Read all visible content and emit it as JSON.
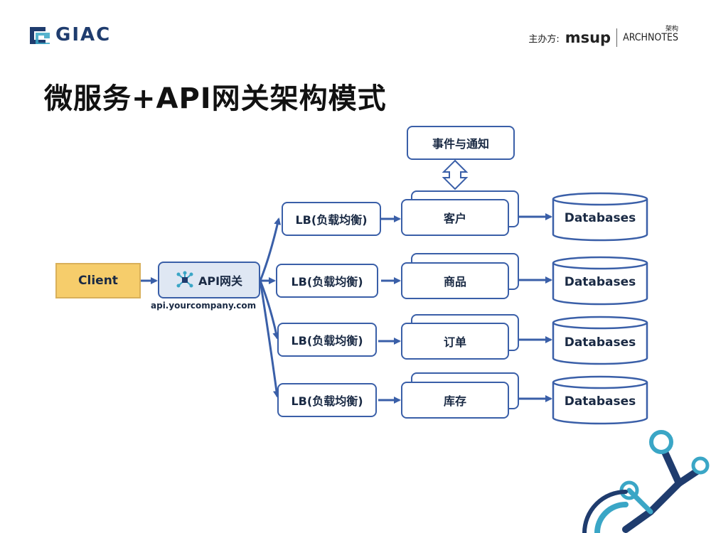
{
  "header": {
    "logo_text": "GIAC",
    "sponsor_label": "主办方:",
    "sponsor_msup": "msup",
    "sponsor_arch": "ARCHNOTES",
    "sponsor_arch_top": "架构"
  },
  "title": "微服务+API网关架构模式",
  "diagram": {
    "client": "Client",
    "gateway": "API网关",
    "gateway_url": "api.yourcompany.com",
    "events": "事件与通知",
    "rows": [
      {
        "lb": "LB(负载均衡)",
        "service": "客户",
        "db": "Databases"
      },
      {
        "lb": "LB(负载均衡)",
        "service": "商品",
        "db": "Databases"
      },
      {
        "lb": "LB(负载均衡)",
        "service": "订单",
        "db": "Databases"
      },
      {
        "lb": "LB(负载均衡)",
        "service": "库存",
        "db": "Databases"
      }
    ]
  },
  "colors": {
    "stroke": "#3a5fa8",
    "client_fill": "#f6cd6b",
    "gateway_fill": "#dfe7f3",
    "deco": "#3aa6c6"
  }
}
